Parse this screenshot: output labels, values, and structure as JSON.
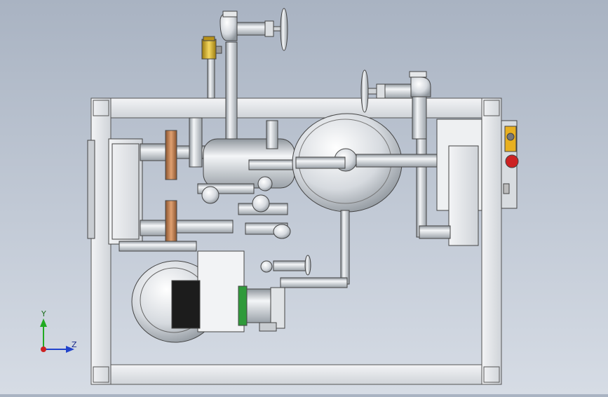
{
  "view": {
    "axes": {
      "y_label": "Y",
      "z_label": "Z"
    },
    "colors": {
      "background_top": "#a9b3c2",
      "frame": "#e3e6ea",
      "pipe": "#d4d8dc",
      "flange": "#c98a5a",
      "valve_brass": "#d9b23a",
      "motor_green": "#2f9a3a",
      "button_red": "#cc2222",
      "button_yellow": "#e8b020"
    },
    "components": [
      "frame",
      "heat-exchanger-left",
      "heat-exchanger-right",
      "tank",
      "pump",
      "motor",
      "valves",
      "control-panel"
    ]
  }
}
